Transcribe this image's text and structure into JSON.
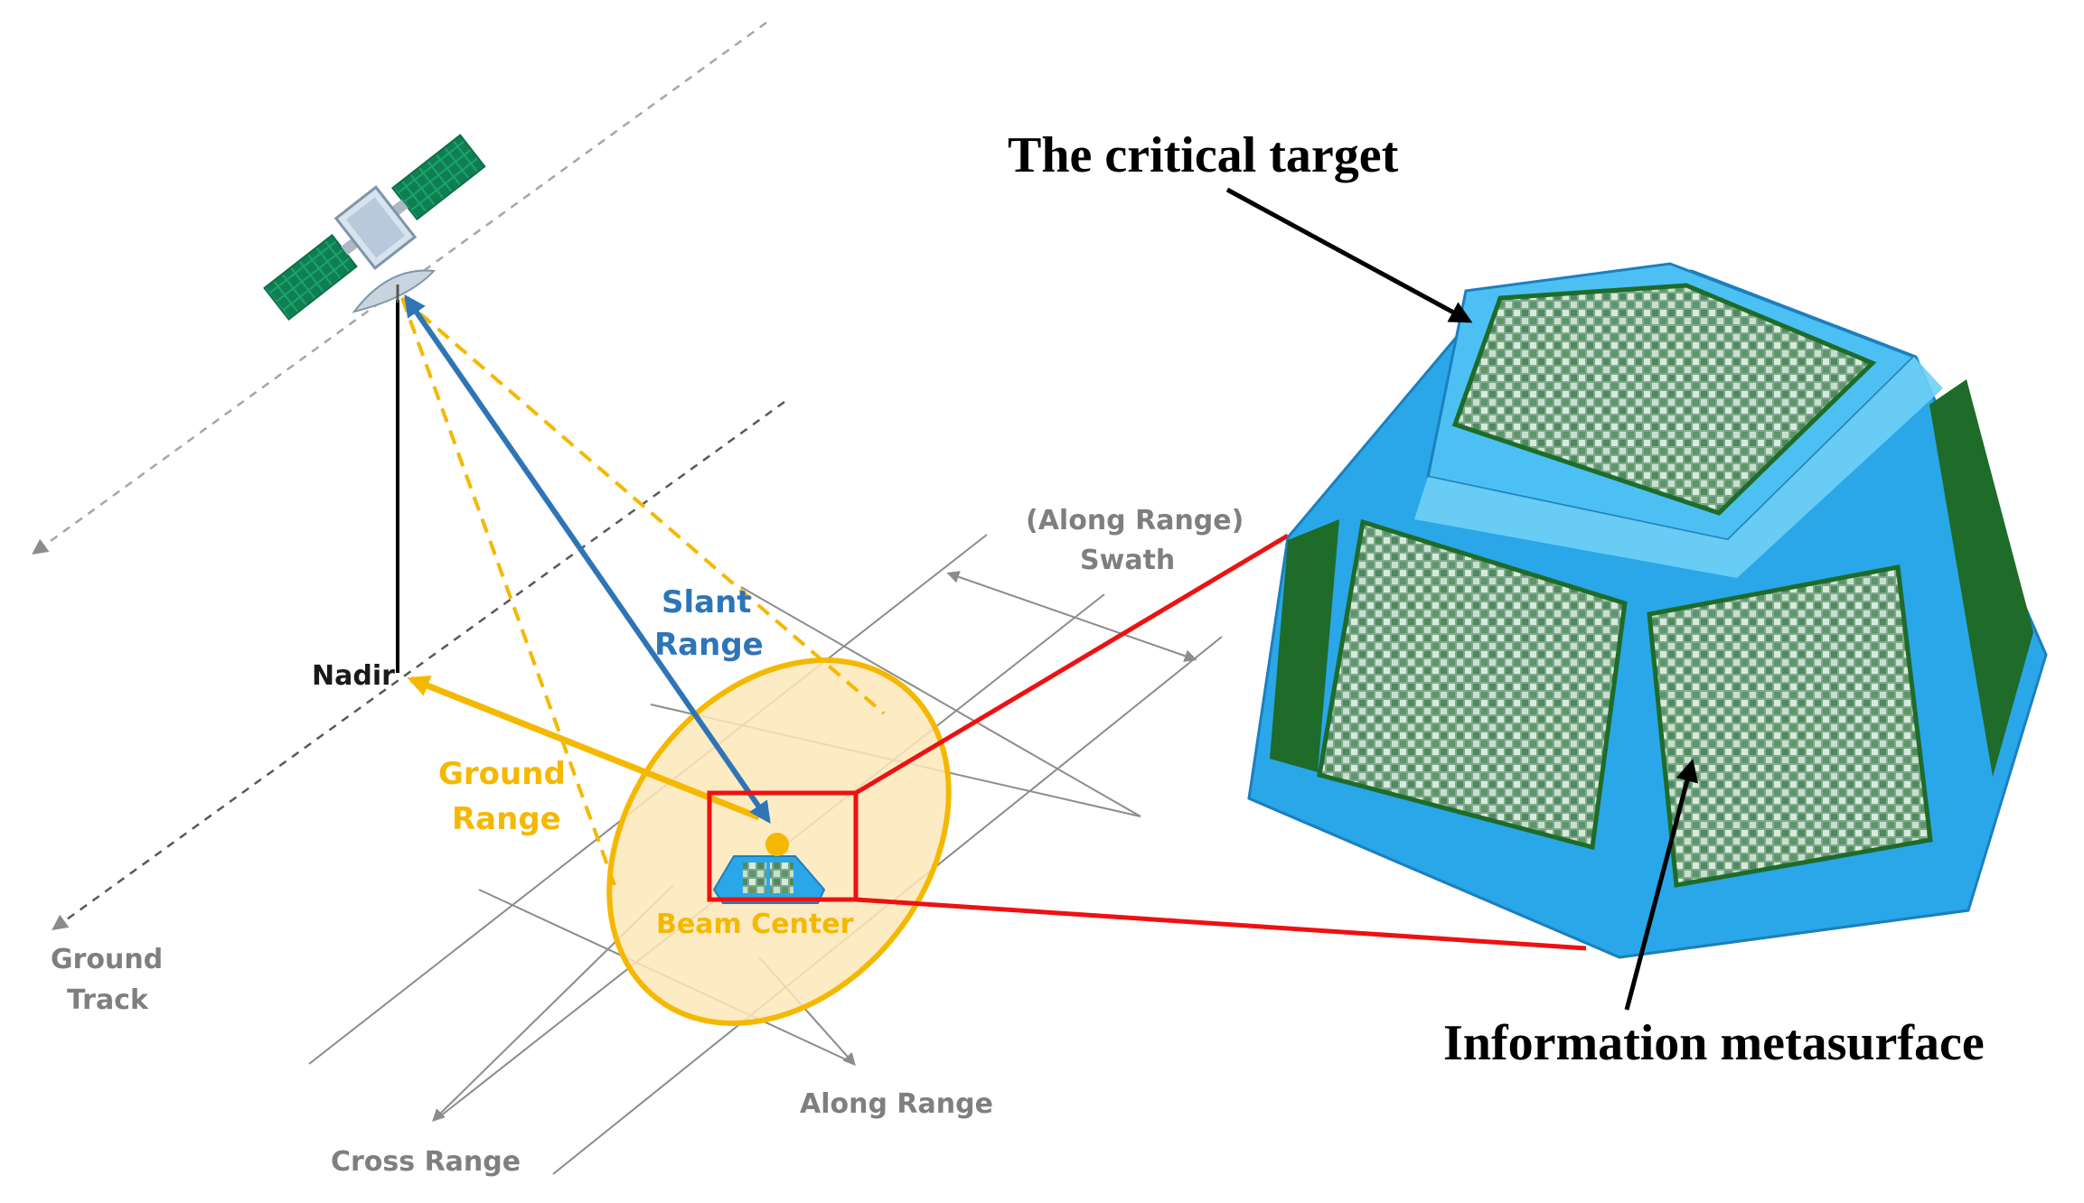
{
  "labels": {
    "nadir": "Nadir",
    "slant_range_1": "Slant",
    "slant_range_2": "Range",
    "ground_range_1": "Ground",
    "ground_range_2": "Range",
    "beam_center": "Beam Center",
    "swath_1": "(Along Range)",
    "swath_2": "Swath",
    "ground_track_1": "Ground",
    "ground_track_2": "Track",
    "along_range": "Along Range",
    "cross_range": "Cross Range",
    "critical_target": "The critical target",
    "info_metasurface": "Information metasurface"
  },
  "colors": {
    "slant": "#2e75b6",
    "ground": "#f5b800",
    "beam_fill": "#fbe7b8",
    "callout": "#ee1111",
    "grid_line": "#8c8c8c",
    "track": "#a6a6a6",
    "label_gray": "#7f7f7f",
    "target_blue": "#2aa7e8",
    "panel_green": "#1e6b2a",
    "solar_green": "#1aa36b"
  }
}
